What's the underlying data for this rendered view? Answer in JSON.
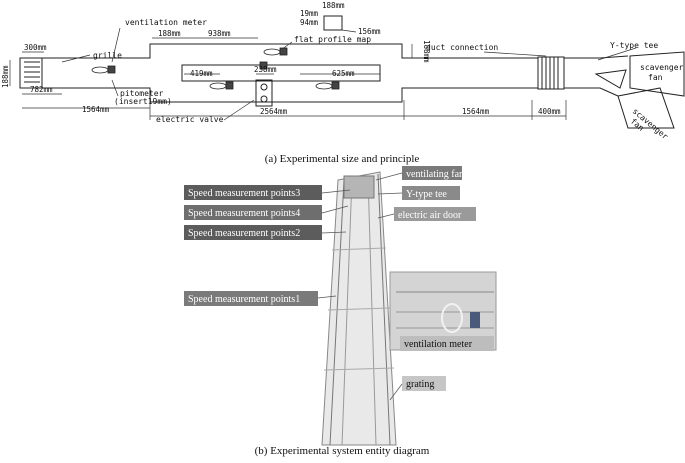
{
  "colors": {
    "line": "#222222",
    "label_bg_dark": "#5c5c5c",
    "label_bg_light": "#bdbdbd",
    "photo_bg": "#d6d6d6",
    "frame": "#9a9a9a"
  },
  "top_diagram": {
    "caption": "(a) Experimental size and principle",
    "labels": {
      "ventilation_meter": "ventilation meter",
      "grille": "grille",
      "pitometer": "pitometer",
      "pitometer_insert": "(insert19mm)",
      "flat_profile_map": "flat profile map",
      "duct_connection": "duct connection",
      "y_type_tee": "Y-type tee",
      "scavenger_fan_1": "scavenger\nfan",
      "scavenger_fan_2": "scavenger\nfan",
      "electric_valve": "electric valve"
    },
    "dimensions": {
      "d188_top": "188mm",
      "d938": "938mm",
      "d300": "300mm",
      "d188_left": "188mm",
      "d782": "782mm",
      "d1564_left": "1564mm",
      "d419": "419mm",
      "d238": "238mm",
      "d625": "625mm",
      "d2564": "2564mm",
      "d1564_right": "1564mm",
      "d400": "400mm",
      "d188_right": "188mm",
      "inset_188": "188mm",
      "inset_19": "19mm",
      "inset_94": "94mm",
      "inset_156": "156mm"
    }
  },
  "bottom_photo": {
    "caption": "(b) Experimental system entity diagram",
    "labels": {
      "ventilating_fan": "ventilating fan",
      "y_type_tee": "Y-type tee",
      "electric_air_door": "electric air door",
      "speed_point_3": "Speed measurement points3",
      "speed_point_4": "Speed measurement points4",
      "speed_point_2": "Speed measurement points2",
      "speed_point_1": "Speed measurement points1",
      "ventilation_meter": "ventilation meter",
      "grating": "grating"
    }
  }
}
